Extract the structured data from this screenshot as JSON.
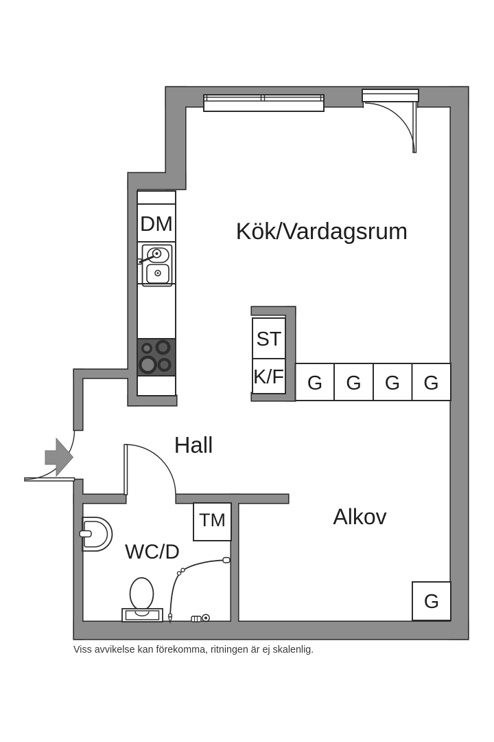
{
  "title": "Apartment floor plan",
  "rooms": {
    "kitchen_living": "Kök/Vardagsrum",
    "hall": "Hall",
    "alcove": "Alkov",
    "bathroom": "WC/D"
  },
  "fixtures": {
    "dishwasher": "DM",
    "cleaning_closet": "ST",
    "fridge_freezer": "K/F",
    "washing_machine": "TM"
  },
  "wardrobes_row": [
    "G",
    "G",
    "G",
    "G"
  ],
  "alcove_wardrobe": "G",
  "caption": "Viss avvikelse kan förekomma, ritningen är ej skalenlig.",
  "colors": {
    "wall": "#8d8d8d",
    "outline": "#2e2e2e",
    "line": "#2b2b2b",
    "stove": "#575757",
    "burner_ring": "#2e2e2e",
    "text": "#1d1d1d",
    "caption_text": "#383838",
    "background": "#ffffff"
  }
}
